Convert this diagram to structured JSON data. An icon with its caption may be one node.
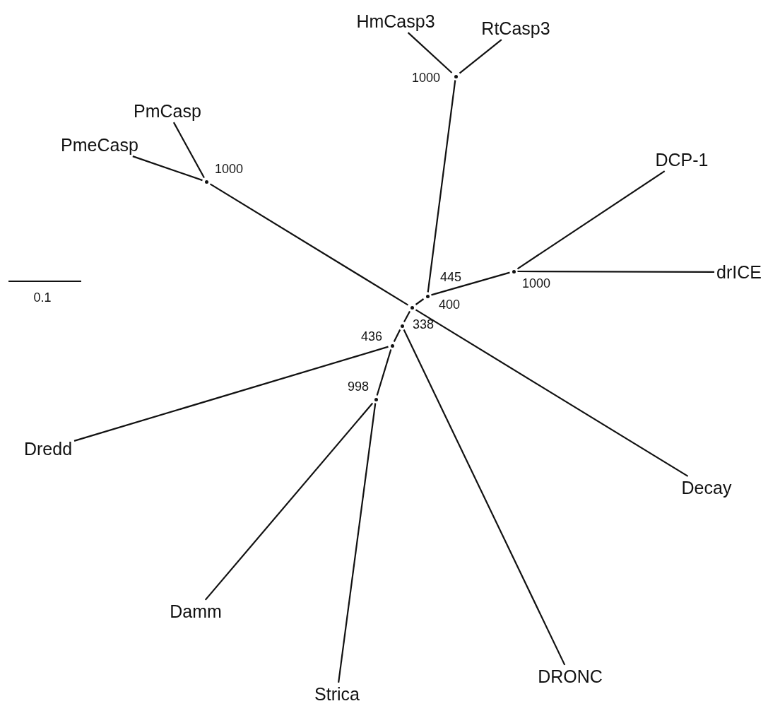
{
  "diagram": {
    "nodes": [
      {
        "text": [
          "HmCasp3"
        ]
      },
      {
        "text": [
          "RtCasp3"
        ]
      },
      {
        "text": [],
        "shape": "dot",
        "beside": [
          "1000"
        ]
      },
      {
        "text": [
          "PmCasp"
        ]
      },
      {
        "text": [
          "PmeCasp"
        ]
      },
      {
        "text": [],
        "shape": "dot",
        "beside": [
          "1000"
        ]
      },
      {
        "text": [
          "DCP-1"
        ]
      },
      {
        "text": [
          "drICE"
        ]
      },
      {
        "text": [],
        "shape": "dot",
        "beside": [
          "1000"
        ]
      },
      {
        "text": [],
        "shape": "dot",
        "beside": [
          "445"
        ]
      },
      {
        "text": [],
        "shape": "dot"
      },
      {
        "text": [],
        "shape": "dot",
        "beside": [
          "338"
        ]
      },
      {
        "text": [],
        "shape": "dot",
        "beside": [
          "436"
        ]
      },
      {
        "text": [],
        "shape": "dot",
        "beside": [
          "998"
        ]
      },
      {
        "text": [
          "Dredd"
        ]
      },
      {
        "text": [
          "Damm"
        ]
      },
      {
        "text": [
          "Strica"
        ]
      },
      {
        "text": [
          "DRONC"
        ]
      },
      {
        "text": [
          "Decay"
        ]
      }
    ],
    "edges": [
      {
        "from": 2,
        "to": 0,
        "arrow": "none"
      },
      {
        "from": 2,
        "to": 1,
        "arrow": "none"
      },
      {
        "from": 9,
        "to": 2,
        "arrow": "none"
      },
      {
        "from": 5,
        "to": 3,
        "arrow": "none"
      },
      {
        "from": 5,
        "to": 4,
        "arrow": "none"
      },
      {
        "from": 10,
        "to": 5,
        "arrow": "none"
      },
      {
        "from": 8,
        "to": 6,
        "arrow": "none"
      },
      {
        "from": 8,
        "to": 7,
        "arrow": "none"
      },
      {
        "from": 9,
        "to": 8,
        "arrow": "none"
      },
      {
        "from": 10,
        "to": 9,
        "arrow": "none"
      },
      {
        "from": 10,
        "to": 18,
        "arrow": "none"
      },
      {
        "from": 10,
        "to": 11,
        "arrow": "none"
      },
      {
        "from": 11,
        "to": 17,
        "arrow": "none"
      },
      {
        "from": 11,
        "to": 12,
        "arrow": "none"
      },
      {
        "from": 12,
        "to": 14,
        "arrow": "none"
      },
      {
        "from": 12,
        "to": 13,
        "arrow": "none"
      },
      {
        "from": 13,
        "to": 15,
        "arrow": "none"
      },
      {
        "from": 13,
        "to": 16,
        "arrow": "none"
      }
    ],
    "labels": [
      "0.1",
      "400"
    ]
  }
}
